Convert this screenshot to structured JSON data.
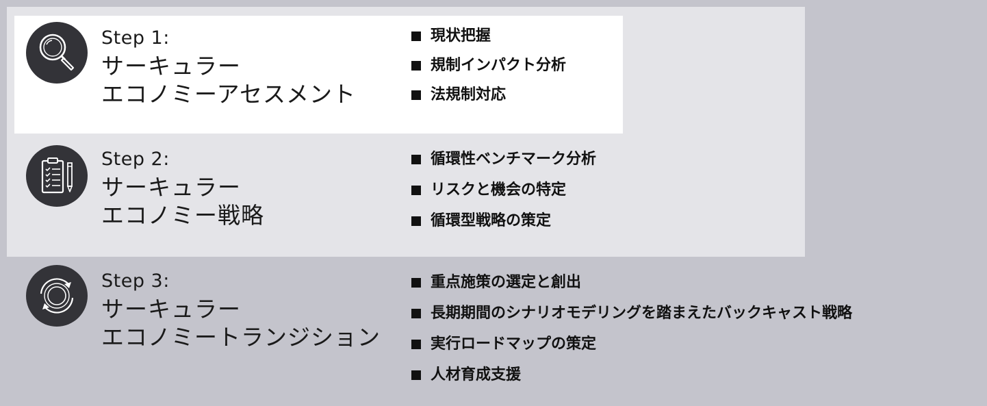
{
  "colors": {
    "page_background": "#c4c4cc",
    "step2_background": "#e4e4e8",
    "step1_background": "#ffffff",
    "icon_circle": "#333338",
    "text": "#1a1a1a"
  },
  "steps": [
    {
      "label": "Step 1:",
      "title_line1": "サーキュラー",
      "title_line2": "エコノミーアセスメント",
      "icon": "magnifier-icon",
      "bullets": [
        "現状把握",
        "規制インパクト分析",
        "法規制対応"
      ]
    },
    {
      "label": "Step 2:",
      "title_line1": "サーキュラー",
      "title_line2": "エコノミー戦略",
      "icon": "clipboard-checklist-icon",
      "bullets": [
        "循環性ベンチマーク分析",
        "リスクと機会の特定",
        "循環型戦略の策定"
      ]
    },
    {
      "label": "Step 3:",
      "title_line1": "サーキュラー",
      "title_line2": "エコノミートランジション",
      "icon": "circular-arrows-icon",
      "bullets": [
        "重点施策の選定と創出",
        "長期期間のシナリオモデリングを踏まえたバックキャスト戦略",
        "実行ロードマップの策定",
        "人材育成支援"
      ]
    }
  ]
}
